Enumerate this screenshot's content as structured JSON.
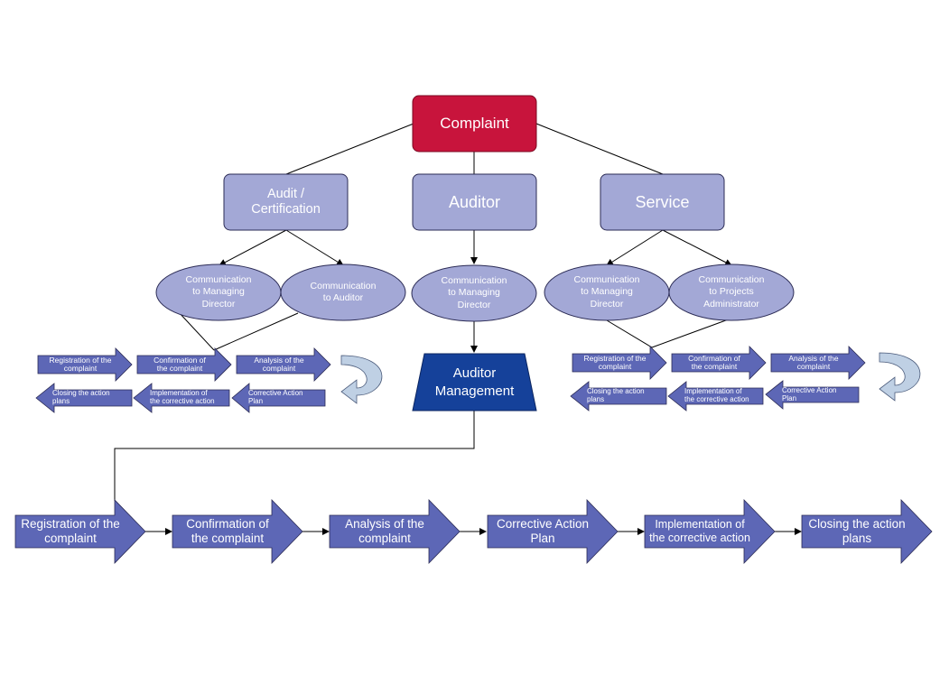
{
  "top": {
    "label": "Complaint",
    "color": "#c8143c"
  },
  "branches": {
    "audit": "Audit /\nCertification",
    "auditor": "Auditor",
    "service": "Service"
  },
  "communications": {
    "audit_md": "Communication\nto Managing\nDirector",
    "audit_auditor": "Communication\nto Auditor",
    "auditor_md": "Communication\nto Managing\nDirector",
    "service_md": "Communication\nto Managing\nDirector",
    "service_admin": "Communication\nto Projects\nAdministrator"
  },
  "auditor_management": "Auditor\nManagement",
  "left_process": {
    "row1": [
      "Registration of the\ncomplaint",
      "Confirmation of\nthe complaint",
      "Analysis of the\ncomplaint"
    ],
    "row2": [
      "Closing the action\nplans",
      "Implementation of\nthe corrective action",
      "Corrective Action\nPlan"
    ]
  },
  "right_process": {
    "row1": [
      "Registration of the\ncomplaint",
      "Confirmation of\nthe complaint",
      "Analysis of the\ncomplaint"
    ],
    "row2": [
      "Closing the action\nplans",
      "Implementation of\nthe corrective action",
      "Corrective Action\nPlan"
    ]
  },
  "bottom_process": [
    "Registration of the\ncomplaint",
    "Confirmation of\nthe complaint",
    "Analysis of the\ncomplaint",
    "Corrective Action\nPlan",
    "Implementation of\nthe corrective action",
    "Closing the action\nplans"
  ],
  "colors": {
    "box": "#a3a8d6",
    "arrow": "#5d67b6",
    "management": "#15419a",
    "curved_arrow": "#bfd0e4"
  }
}
